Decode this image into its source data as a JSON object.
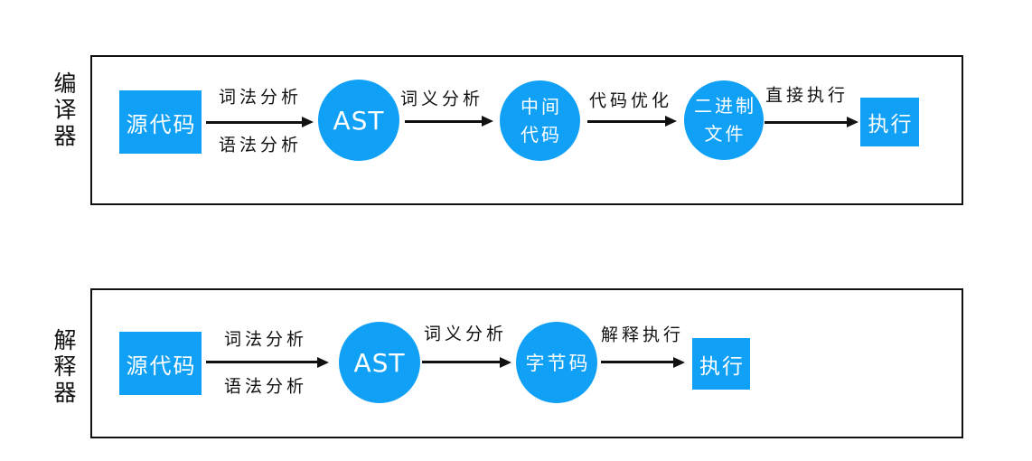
{
  "colors": {
    "node_fill": "#10A0F5",
    "node_text": "#ffffff",
    "line": "#111111",
    "background": "#ffffff"
  },
  "compiler_flow": {
    "side_label": "编译器",
    "nodes": {
      "source": "源代码",
      "ast": "AST",
      "intermediate_line1": "中间",
      "intermediate_line2": "代码",
      "binary_line1": "二进制",
      "binary_line2": "文件",
      "execute": "执行"
    },
    "edges": {
      "lexical": "词法分析",
      "syntax": "语法分析",
      "semantic": "词义分析",
      "optimize": "代码优化",
      "direct_exec": "直接执行"
    }
  },
  "interpreter_flow": {
    "side_label": "解释器",
    "nodes": {
      "source": "源代码",
      "ast": "AST",
      "bytecode": "字节码",
      "execute": "执行"
    },
    "edges": {
      "lexical": "词法分析",
      "syntax": "语法分析",
      "semantic": "词义分析",
      "interpret_exec": "解释执行"
    }
  }
}
